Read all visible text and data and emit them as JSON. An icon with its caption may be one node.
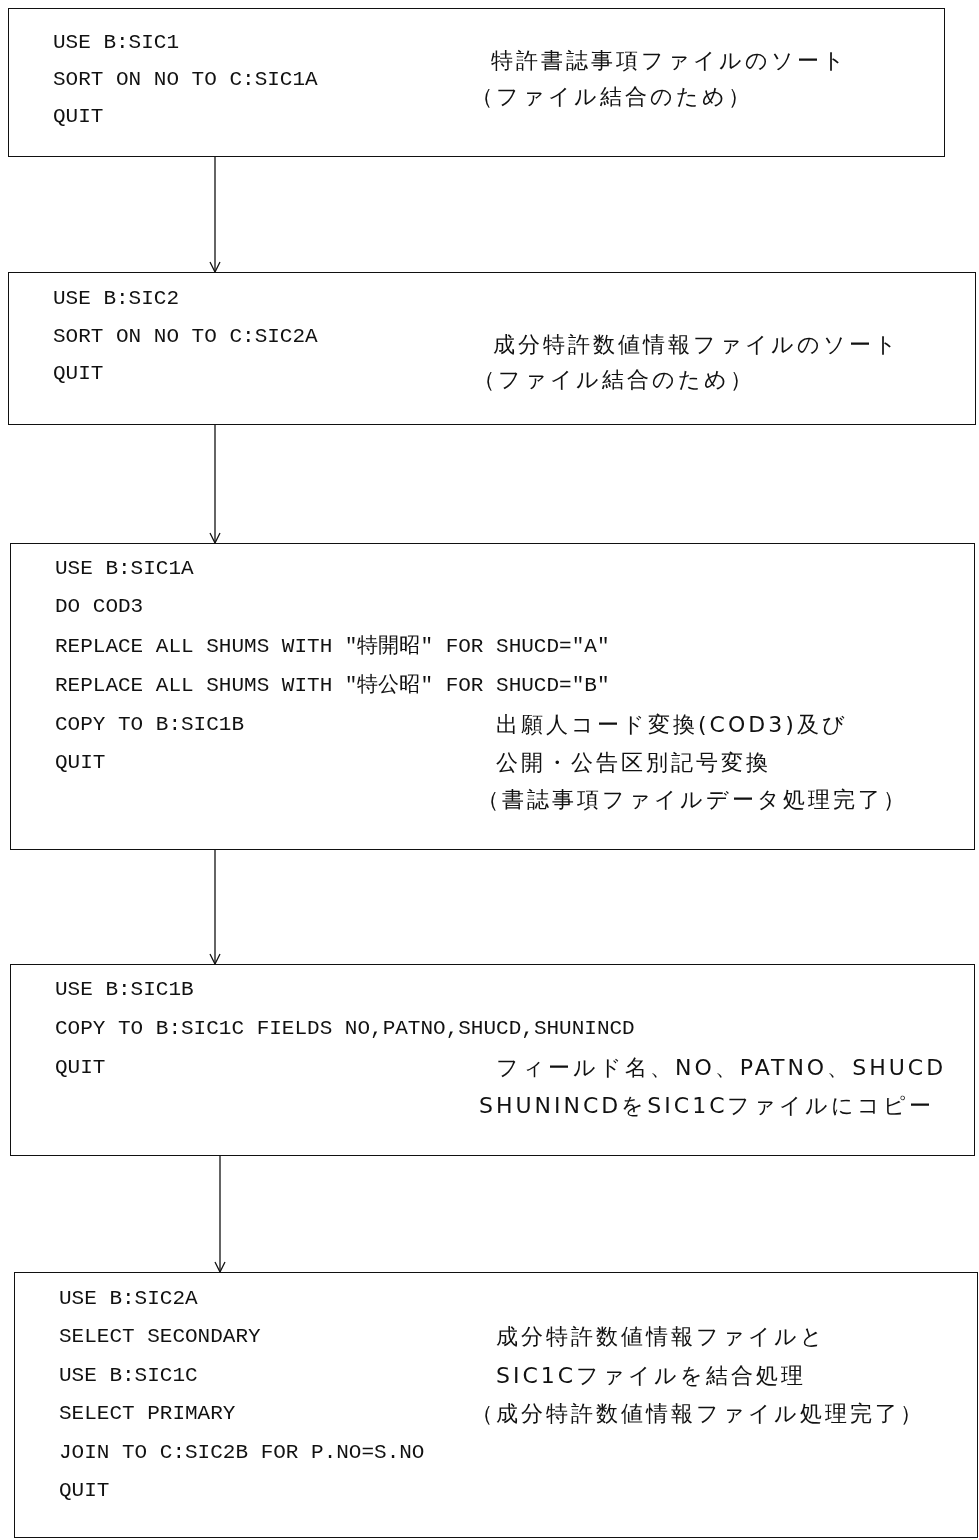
{
  "diagram": {
    "nodes": [
      {
        "text": [
          "USE B:SIC1",
          "SORT ON NO TO C:SIC1A",
          "QUIT",
          "特許書誌事項ファイルのソート",
          "（ファイル結合のため）"
        ]
      },
      {
        "text": [
          "USE B:SIC2",
          "SORT ON NO TO C:SIC2A",
          "QUIT",
          "成分特許数値情報ファイルのソート",
          "（ファイル結合のため）"
        ]
      },
      {
        "text": [
          "USE B:SIC1A",
          "DO COD3",
          "REPLACE ALL SHUMS WITH \"特開昭\" FOR SHUCD=\"A\"",
          "REPLACE ALL SHUMS WITH \"特公昭\" FOR SHUCD=\"B\"",
          "COPY TO B:SIC1B",
          "QUIT",
          "出願人コード変換(COD3)及び",
          "公開・公告区別記号変換",
          "（書誌事項ファイルデータ処理完了）"
        ]
      },
      {
        "text": [
          "USE B:SIC1B",
          "COPY TO B:SIC1C FIELDS NO,PATNO,SHUCD,SHUNINCD",
          "QUIT",
          "フィールド名、NO、PATNO、SHUCD",
          "SHUNINCDをSIC1Cファイルにコピー"
        ]
      },
      {
        "text": [
          "USE B:SIC2A",
          "SELECT SECONDARY",
          "USE B:SIC1C",
          "SELECT PRIMARY",
          "JOIN TO C:SIC2B FOR P.NO=S.NO",
          "QUIT",
          "成分特許数値情報ファイルと",
          "SIC1Cファイルを結合処理",
          "（成分特許数値情報ファイル処理完了）"
        ]
      }
    ],
    "edges": [
      {
        "from": 0,
        "to": 1,
        "arrow": "to"
      },
      {
        "from": 1,
        "to": 2,
        "arrow": "to"
      },
      {
        "from": 2,
        "to": 3,
        "arrow": "to"
      },
      {
        "from": 3,
        "to": 4,
        "arrow": "to"
      }
    ]
  }
}
